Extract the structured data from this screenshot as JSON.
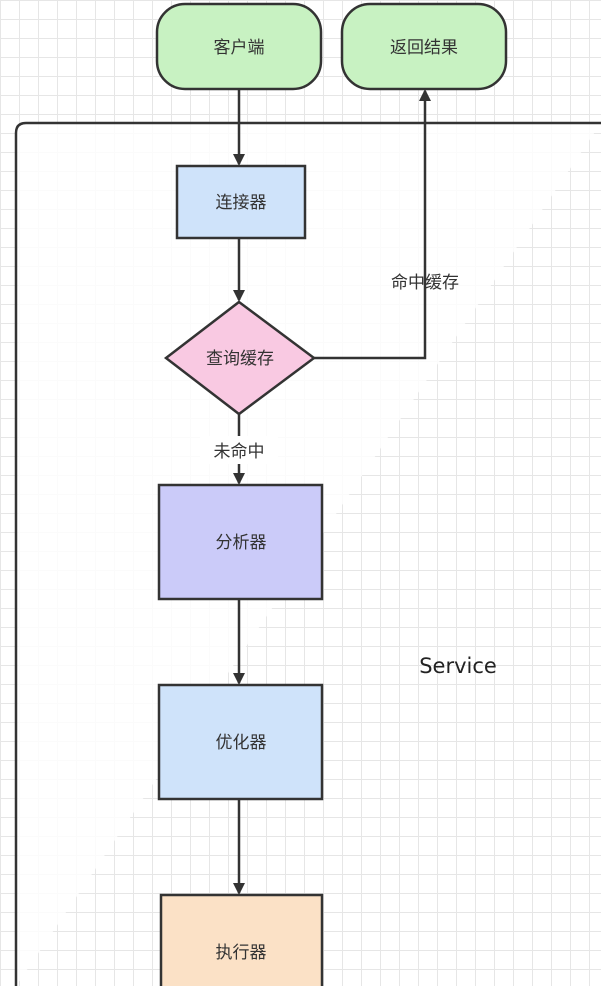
{
  "nodes": {
    "client": {
      "label": "客户端",
      "color": "#c8f2c2",
      "shape": "terminal"
    },
    "result": {
      "label": "返回结果",
      "color": "#c8f2c2",
      "shape": "terminal"
    },
    "connector": {
      "label": "连接器",
      "color": "#cfe3fa",
      "shape": "process"
    },
    "cache": {
      "label": "查询缓存",
      "color": "#f9c9e2",
      "shape": "decision"
    },
    "analyzer": {
      "label": "分析器",
      "color": "#cbcbf9",
      "shape": "process"
    },
    "optimizer": {
      "label": "优化器",
      "color": "#cfe3fa",
      "shape": "process"
    },
    "executor": {
      "label": "执行器",
      "color": "#fbe1c6",
      "shape": "process"
    }
  },
  "edges": {
    "hit": {
      "label": "命中缓存"
    },
    "miss": {
      "label": "未命中"
    }
  },
  "container": {
    "label": "Service"
  }
}
